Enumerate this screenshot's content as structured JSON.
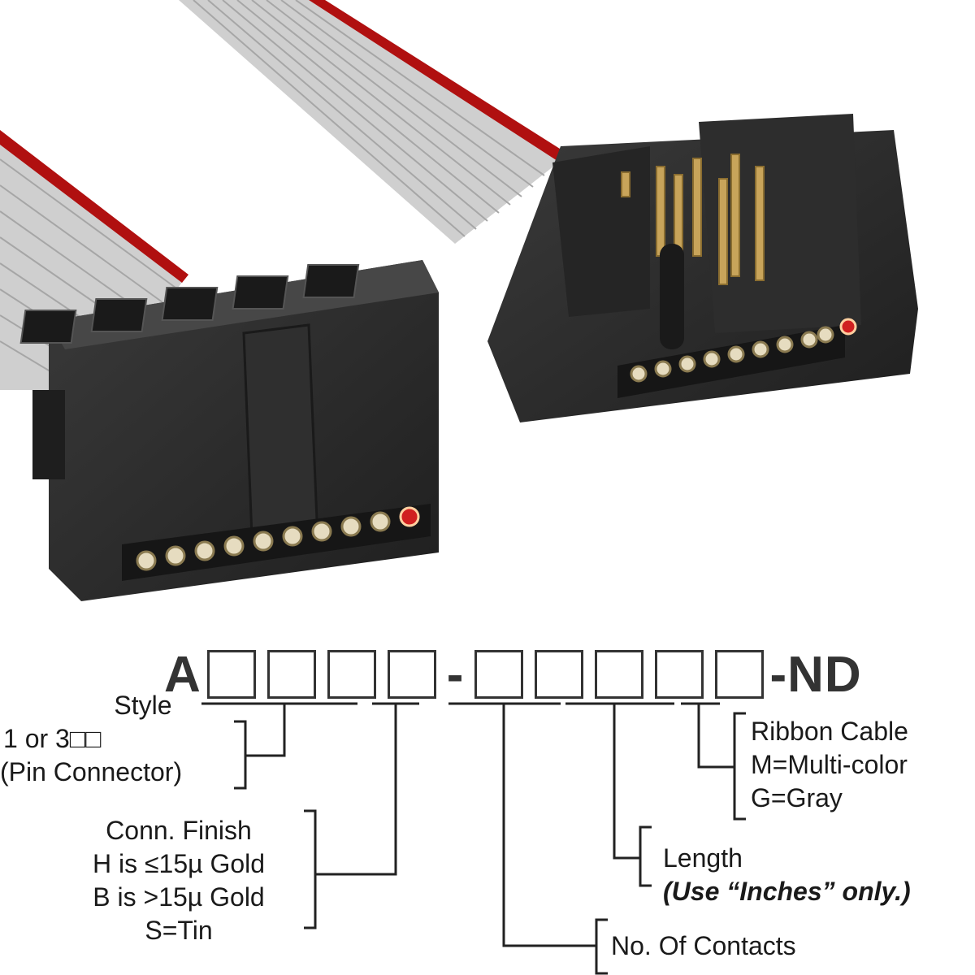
{
  "part_number": {
    "prefix": "A",
    "dash": "-",
    "suffix": "-ND"
  },
  "labels": {
    "style": {
      "lines": [
        "Style",
        "1 or 3□□",
        "(Pin Connector)"
      ]
    },
    "finish": {
      "lines": [
        "Conn. Finish",
        "H is ≤15µ  Gold",
        "B is >15µ  Gold",
        "S=Tin"
      ]
    },
    "ribbon": {
      "lines": [
        "Ribbon Cable",
        "M=Multi-color",
        "G=Gray"
      ]
    },
    "length": {
      "line1": "Length",
      "line2": "(Use “Inches” only.)"
    },
    "contacts": {
      "line1": "No. Of Contacts"
    }
  },
  "colors": {
    "cable_gray": "#c9c9c9",
    "cable_red": "#b01010",
    "connector_black": "#2b2b2b",
    "pin_gold": "#c8a45a",
    "line": "#222222"
  }
}
